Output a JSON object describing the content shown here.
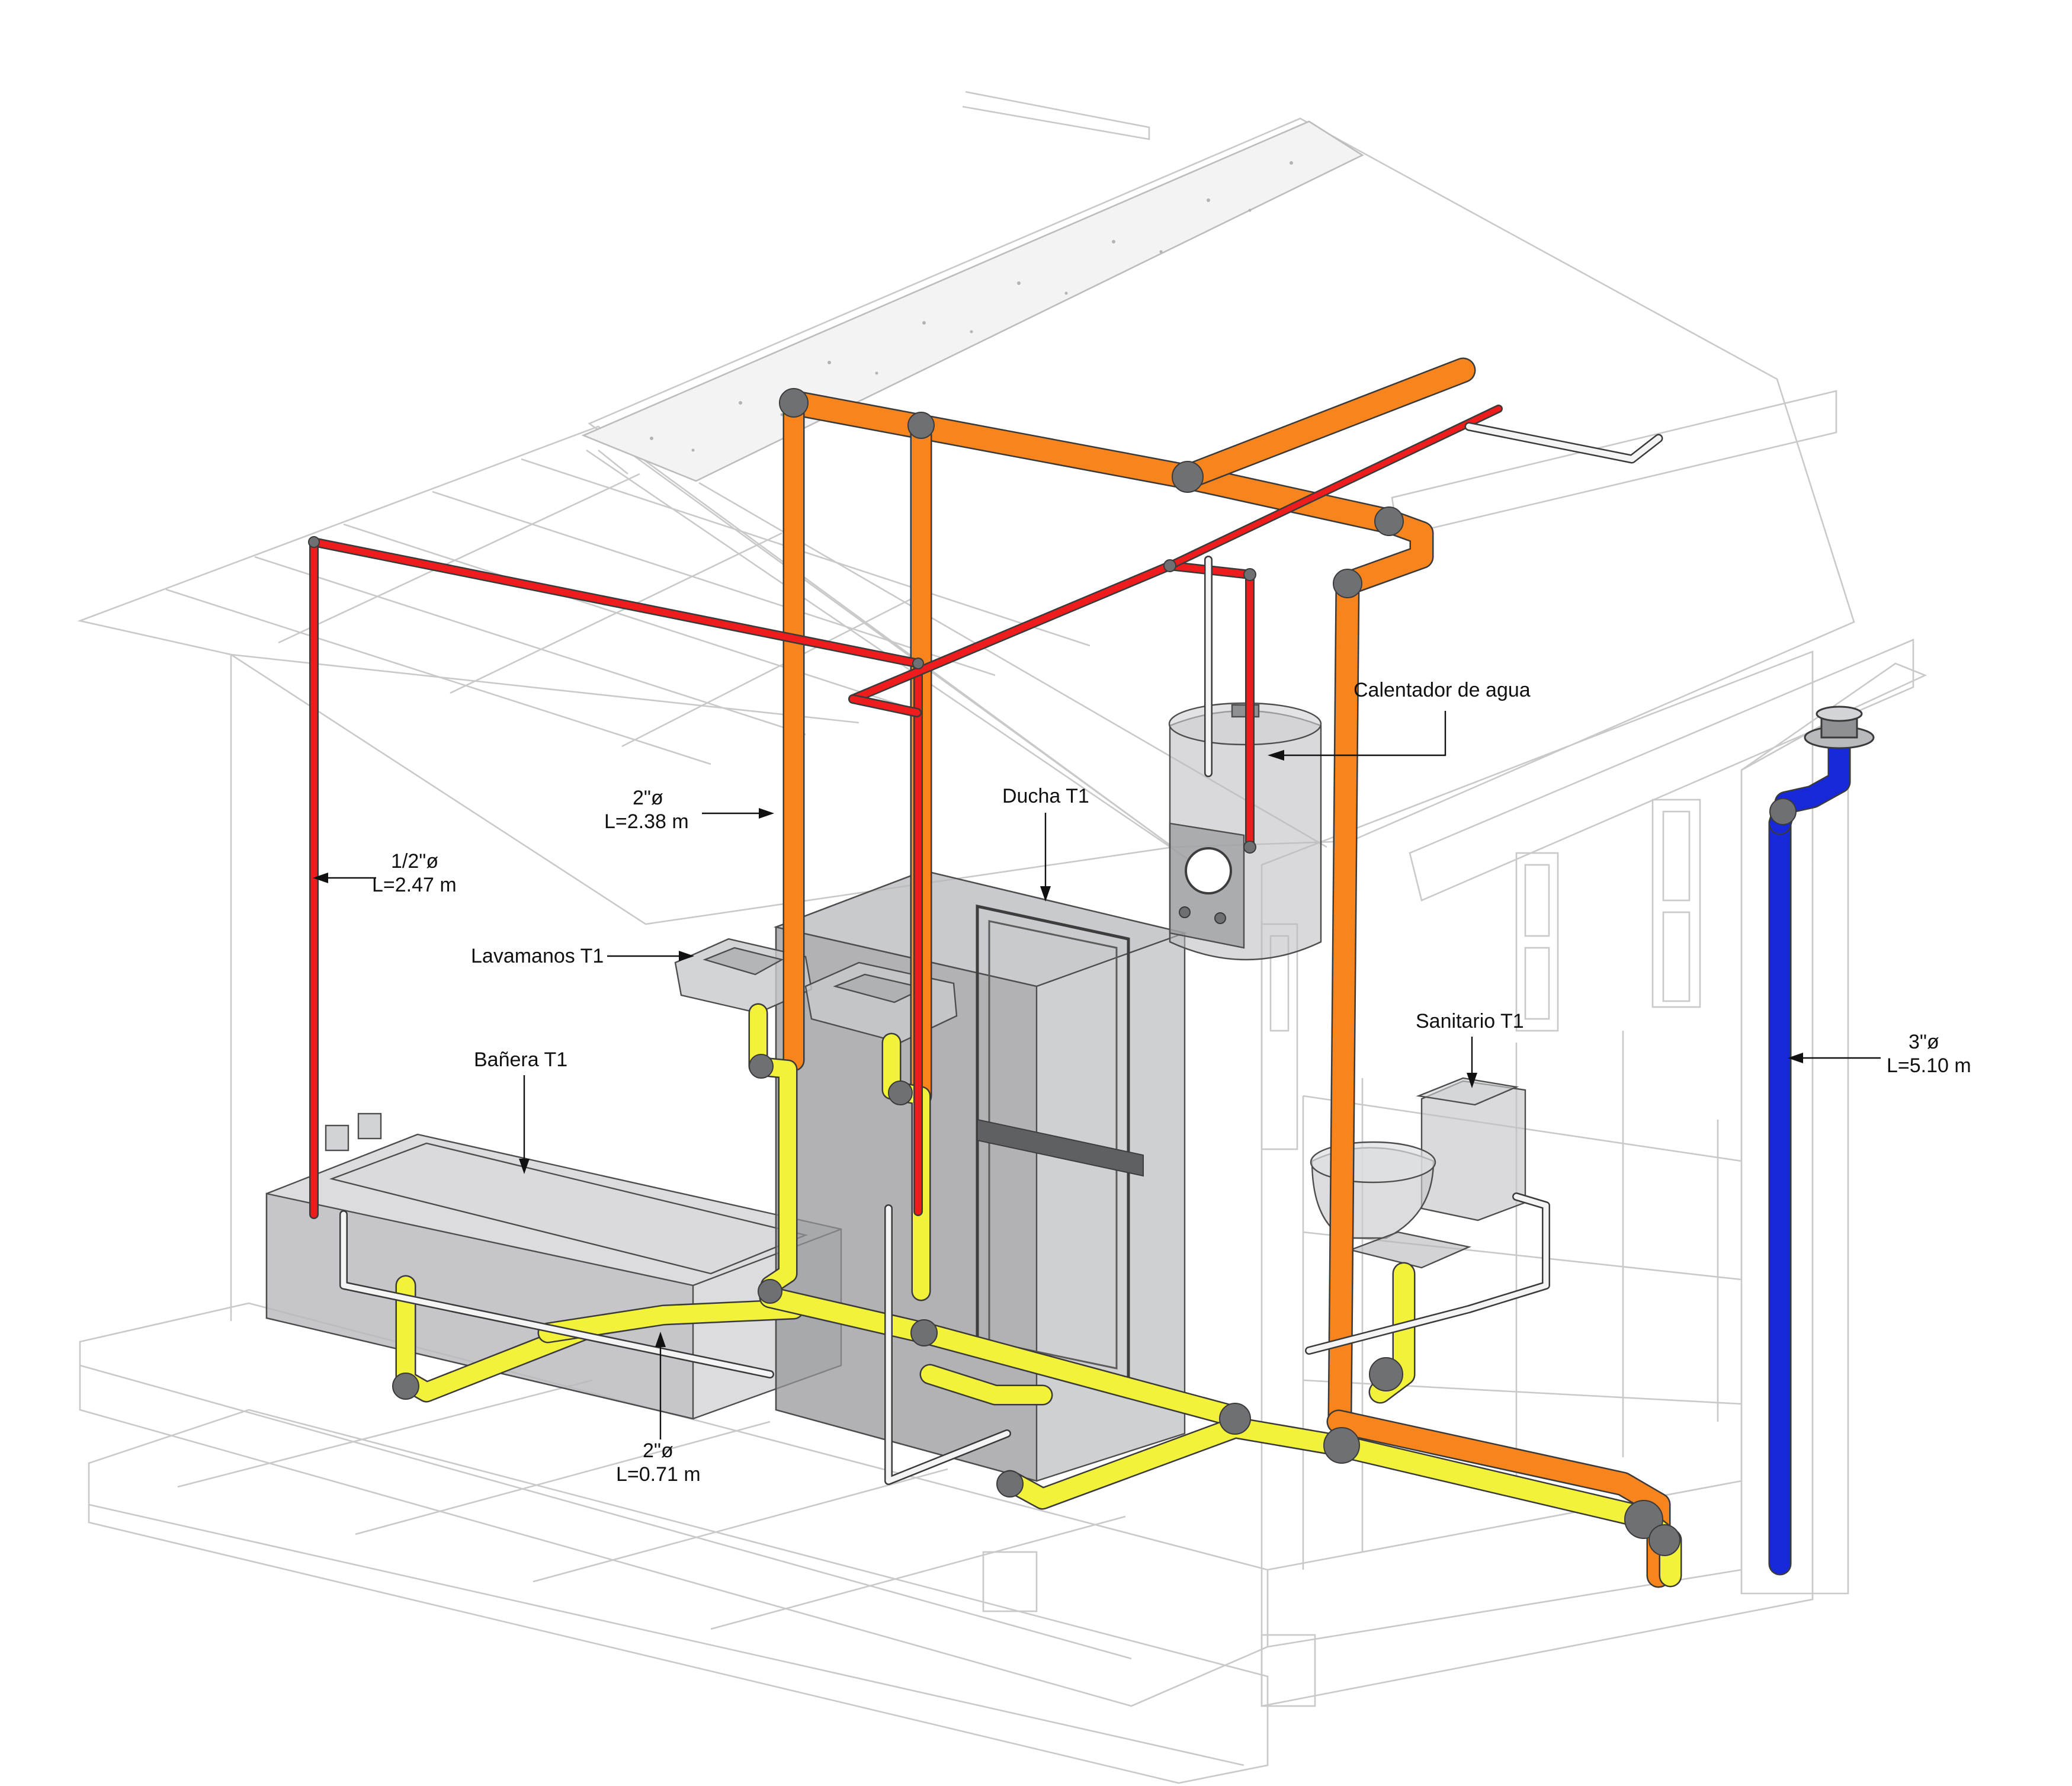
{
  "diagram": {
    "colors": {
      "hot_water": "#ee1c1c",
      "vent": "#f7841c",
      "drain": "#f2f23a",
      "rain_leader": "#1628d8",
      "fittings": "#6f7073",
      "building_lines": "#c9c9c9",
      "fixtures": "#9ea0a4"
    },
    "labels": {
      "water_heater": "Calentador de agua",
      "shower": "Ducha T1",
      "sink": "Lavamanos T1",
      "bathtub": "Bañera T1",
      "toilet": "Sanitario T1"
    },
    "pipes": {
      "hot_water": {
        "diameter": "1/2\"ø",
        "length": "L=2.47 m"
      },
      "vent": {
        "diameter": "2\"ø",
        "length": "L=2.38 m"
      },
      "drain": {
        "diameter": "2\"ø",
        "length": "L=0.71 m"
      },
      "rain_leader": {
        "diameter": "3\"ø",
        "length": "L=5.10 m"
      }
    }
  }
}
